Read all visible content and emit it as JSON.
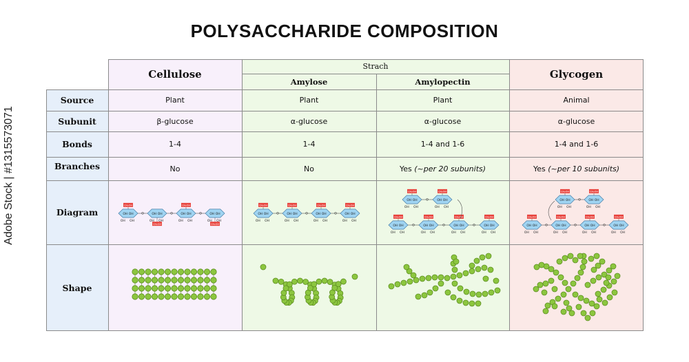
{
  "title": "POLYSACCHARIDE COMPOSITION",
  "watermark": "Adobe Stock | #1315573071",
  "columns": {
    "cellulose": "Cellulose",
    "strach": "Strach",
    "amylose": "Amylose",
    "amylopectin": "Amylopectin",
    "glycogen": "Glycogen"
  },
  "rows": {
    "source": "Source",
    "subunit": "Subunit",
    "bonds": "Bonds",
    "branches": "Branches",
    "diagram": "Diagram",
    "shape": "Shape"
  },
  "values": {
    "source": [
      "Plant",
      "Plant",
      "Plant",
      "Animal"
    ],
    "subunit": [
      "β-glucose",
      "α-glucose",
      "α-glucose",
      "α-glucose"
    ],
    "bonds": [
      "1-4",
      "1-4",
      "1-4 and 1-6",
      "1-4 and 1-6"
    ],
    "branches": [
      "No",
      "No",
      "Yes",
      "Yes"
    ],
    "branches_note": [
      "",
      "",
      "(~per 20 subunits)",
      "(~per 10 subunits)"
    ]
  },
  "molecule_labels": {
    "group": "CH₂OH",
    "oh": "OH",
    "o": "O"
  },
  "colors": {
    "cellulose": "#f8f0fb",
    "strach": "#eef9e6",
    "glycogen": "#fbe9e7",
    "rowhead": "#e6effa",
    "ring": "#9fd4f2",
    "bead": "#8cc63f",
    "tag": "#e8423c",
    "border": "#8a8a8a"
  }
}
